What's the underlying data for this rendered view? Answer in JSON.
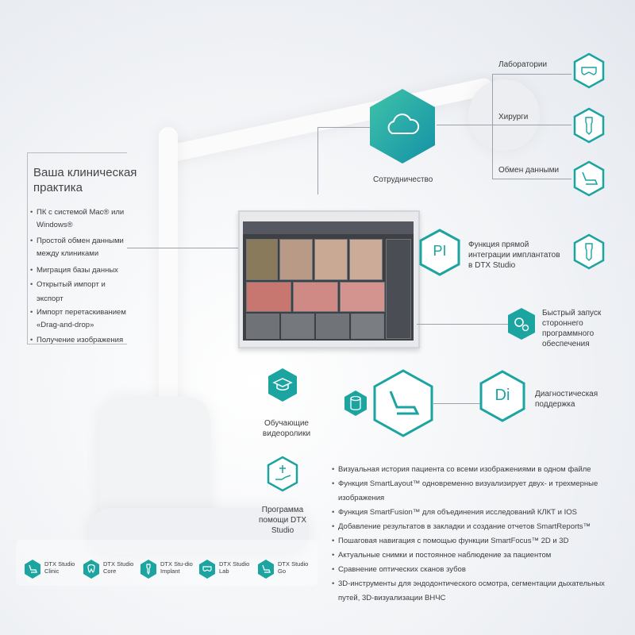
{
  "colors": {
    "teal": "#1ba4a0",
    "teal_light": "#3fc3a9",
    "text": "#3b3b3b",
    "line": "#9aa3ad"
  },
  "left_panel": {
    "title": "Ваша клиническая практика",
    "items": [
      "ПК с системой Mac® или Windows®",
      "Простой обмен данными между клиниками",
      "Миграция базы данных",
      "Открытый импорт и экспорт",
      "Импорт перетаскиванием «Drag-and-drop»",
      "Получение изображения"
    ]
  },
  "collaboration": {
    "label": "Сотрудничество",
    "icon": "cloud-icon"
  },
  "partners": [
    {
      "label": "Лаборатории",
      "icon": "dental-lab-icon"
    },
    {
      "label": "Хирурги",
      "icon": "implant-icon"
    },
    {
      "label": "Обмен данными",
      "icon": "dental-chair-icon"
    }
  ],
  "implant_integration": {
    "icon_text": "PI",
    "label": "Функция прямой интеграции имплантатов в DTX Studio",
    "icon": "implant-icon"
  },
  "quick_launch": {
    "label": "Быстрый запуск стороннего программного обеспечения",
    "icon": "gears-icon"
  },
  "diagnostic": {
    "icon_text": "Di",
    "label": "Диагностическая поддержка"
  },
  "video": {
    "label": "Обучающие видеоролики",
    "icon": "graduation-cap-icon"
  },
  "help": {
    "label": "Программа помощи DTX Studio",
    "icon": "help-hand-icon"
  },
  "center": {
    "icon": "dental-chair-icon",
    "side_icon": "database-icon"
  },
  "features": [
    "Визуальная история пациента со всеми изображениями в одном файле",
    "Функция SmartLayout™ одновременно визуализирует двух- и трехмерные изображения",
    "Функция SmartFusion™ для объединения исследований КЛКТ и IOS",
    "Добавление результатов в закладки и создание отчетов SmartReports™",
    "Пошаговая навигация с помощью функции SmartFocus™ 2D и 3D",
    "Актуальные снимки и постоянное наблюдение за пациентом",
    "Сравнение оптических сканов зубов",
    "3D-инструменты для эндодонтического осмотра, сегментации дыхательных путей, 3D-визуализации ВНЧС"
  ],
  "products": [
    {
      "label": "DTX Studio Clinic",
      "icon": "dental-chair-icon"
    },
    {
      "label": "DTX Studio Core",
      "icon": "tooth-icon"
    },
    {
      "label": "DTX Stu-dio Implant",
      "icon": "implant-icon"
    },
    {
      "label": "DTX Studio Lab",
      "icon": "dental-lab-icon"
    },
    {
      "label": "DTX Studio Go",
      "icon": "dental-chair-icon"
    }
  ]
}
